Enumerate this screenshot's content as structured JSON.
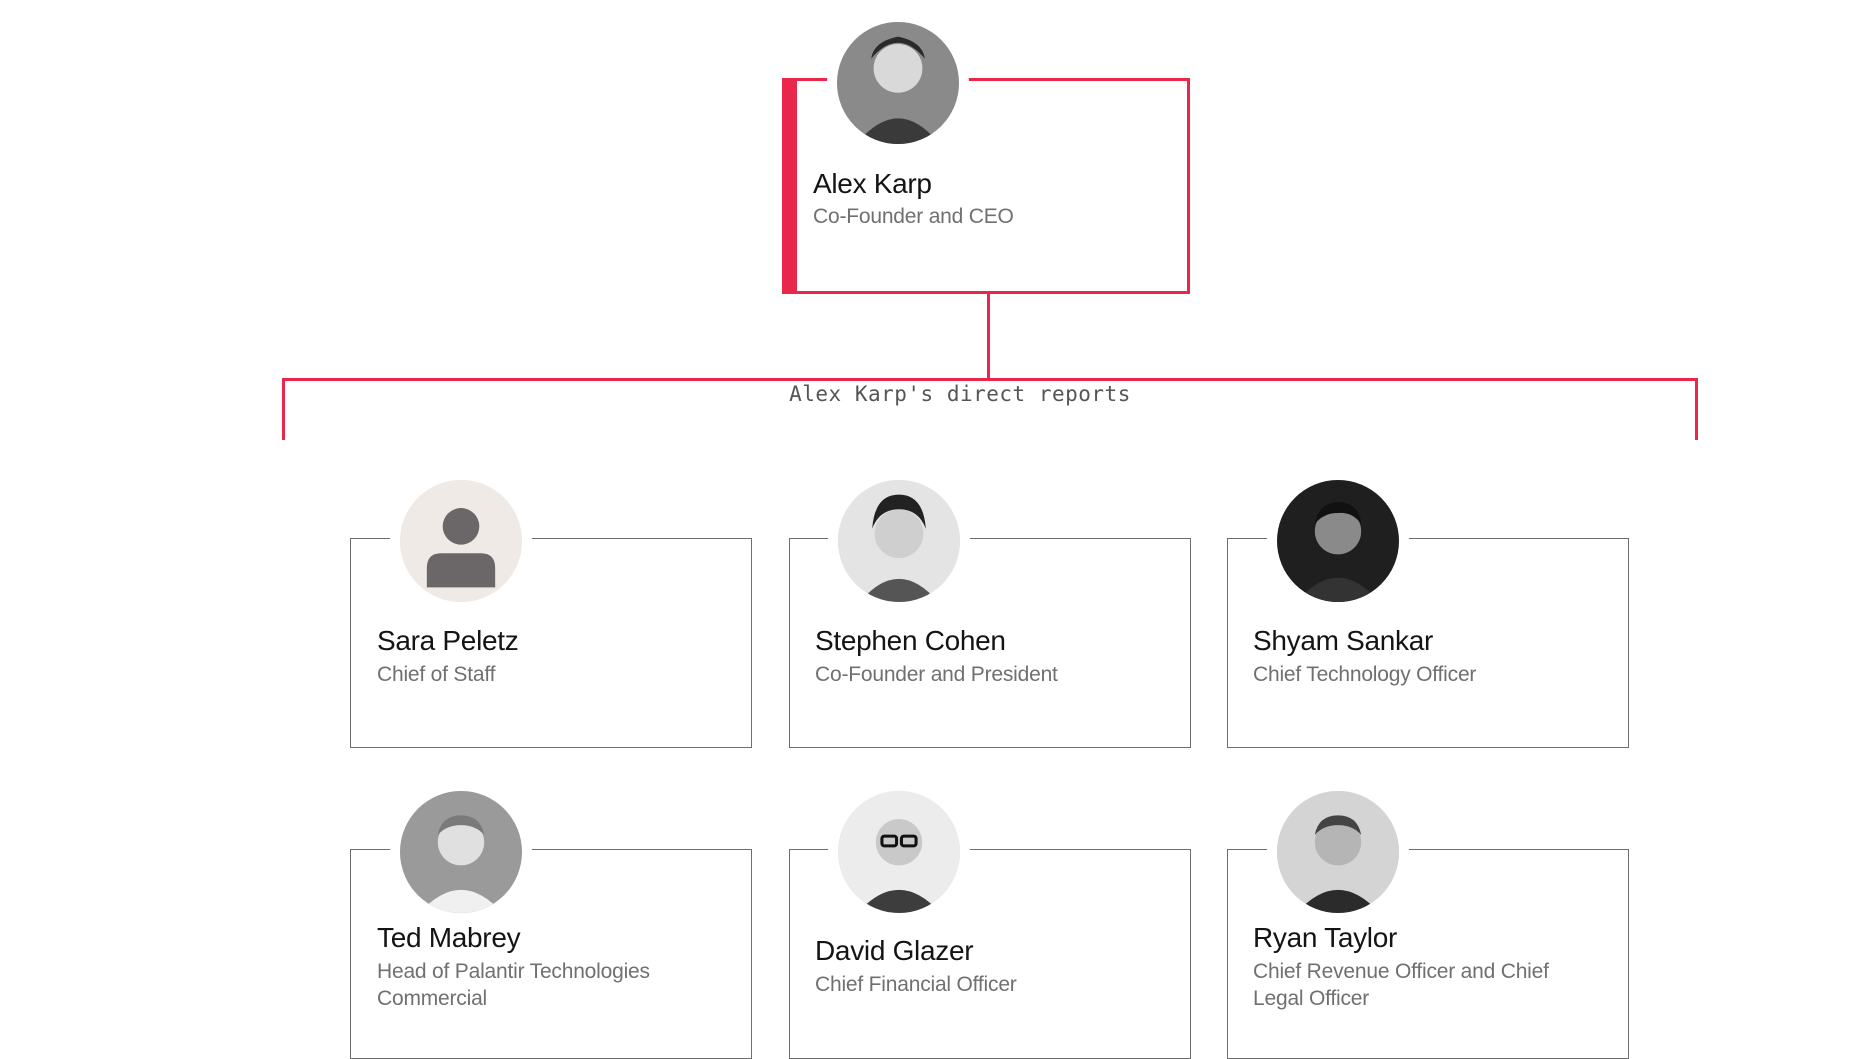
{
  "ceo": {
    "name": "Alex Karp",
    "title": "Co-Founder and CEO",
    "photo_icon": "person-photo-icon"
  },
  "connector_caption": "Alex Karp's direct reports",
  "reports": [
    {
      "name": "Sara Peletz",
      "title": "Chief of Staff",
      "photo_icon": "person-placeholder-icon"
    },
    {
      "name": "Stephen Cohen",
      "title": "Co-Founder and President",
      "photo_icon": "person-photo-icon"
    },
    {
      "name": "Shyam Sankar",
      "title": "Chief Technology Officer",
      "photo_icon": "person-photo-icon"
    },
    {
      "name": "Ted Mabrey",
      "title": "Head of Palantir Technologies Commercial",
      "photo_icon": "person-photo-icon"
    },
    {
      "name": "David Glazer",
      "title": "Chief Financial Officer",
      "photo_icon": "person-photo-icon"
    },
    {
      "name": "Ryan Taylor",
      "title": "Chief Revenue Officer and Chief Legal Officer",
      "photo_icon": "person-photo-icon"
    }
  ],
  "colors": {
    "accent": "#e8274b",
    "card_border": "#6e6e6e",
    "title_text": "#707070"
  }
}
